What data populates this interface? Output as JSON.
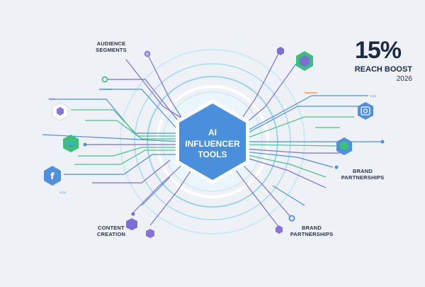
{
  "hub": {
    "lines": [
      "AI",
      "INFLUENCER",
      "TOOLS"
    ]
  },
  "labels": {
    "audience": [
      "AUDIENCE",
      "SEGMENTS"
    ],
    "content": [
      "CONTENT",
      "CREATION"
    ],
    "brand_right": [
      "BRAND",
      "PARTNERSHIPS"
    ],
    "brand_bottom": [
      "BRAND",
      "PARTNERSHIPS"
    ]
  },
  "stat": {
    "value": "15%",
    "label": "REACH BOOST",
    "year": "2026"
  },
  "icons": {
    "platforms": [
      "generic-app-icon",
      "twitter-icon",
      "facebook-icon",
      "box-icon",
      "instagram-icon",
      "network-icon"
    ]
  },
  "colors": {
    "hub": "#4a8fdc",
    "ring": "#8fd0e6",
    "purple": "#7b6fd6",
    "green": "#4cc38a",
    "blue": "#4f8fe0",
    "orange": "#f39a3d"
  }
}
